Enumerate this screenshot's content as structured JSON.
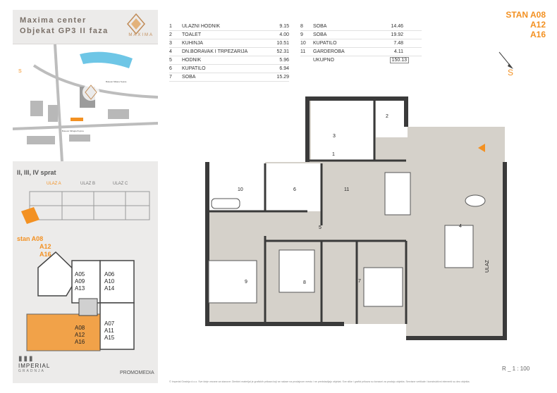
{
  "header": {
    "title_line1": "Maxima center",
    "title_line2": "Objekat GP3 II faza",
    "brand": "MAXIMA"
  },
  "map": {
    "compass_label": "S",
    "street1": "Bulevar Mihajla Pupina",
    "street2": "Bulevar Milana Tepica"
  },
  "floor": {
    "title": "II, III, IV sprat",
    "entrance_a": "ULAZ  A",
    "entrance_b": "ULAZ  B",
    "entrance_c": "ULAZ  C"
  },
  "stan_left": {
    "line1": "stan A08",
    "line2": "A12",
    "line3": "A16"
  },
  "units": [
    {
      "l1": "A05",
      "l2": "A09",
      "l3": "A13"
    },
    {
      "l1": "A06",
      "l2": "A10",
      "l3": "A14"
    },
    {
      "l1": "A08",
      "l2": "A12",
      "l3": "A16"
    },
    {
      "l1": "A07",
      "l2": "A11",
      "l3": "A15"
    }
  ],
  "footer": {
    "brand": "IMPERIAL",
    "brand_sub": "GRADNJA",
    "promo": "PROMOMEDIA"
  },
  "rooms_left": [
    {
      "num": "1",
      "name": "ULAZNI HODNIK",
      "area": "9.15"
    },
    {
      "num": "2",
      "name": "TOALET",
      "area": "4.00"
    },
    {
      "num": "3",
      "name": "KUHINJA",
      "area": "10.51"
    },
    {
      "num": "4",
      "name": "DN.BORAVAK I TRPEZARIJA",
      "area": "52.31"
    },
    {
      "num": "5",
      "name": "HODNIK",
      "area": "5.96"
    },
    {
      "num": "6",
      "name": "KUPATILO",
      "area": "6.94"
    },
    {
      "num": "7",
      "name": "SOBA",
      "area": "15.29"
    }
  ],
  "rooms_right": [
    {
      "num": "8",
      "name": "SOBA",
      "area": "14.46"
    },
    {
      "num": "9",
      "name": "SOBA",
      "area": "19.92"
    },
    {
      "num": "10",
      "name": "KUPATILO",
      "area": "7.48"
    },
    {
      "num": "11",
      "name": "GARDEROBA",
      "area": "4.11"
    }
  ],
  "total": {
    "label": "UKUPNO",
    "area": "150.13"
  },
  "stan": {
    "line1": "STAN  A08",
    "line2": "A12",
    "line3": "A16"
  },
  "compass": {
    "label": "S"
  },
  "plan": {
    "entrance": "ULAZ"
  },
  "scale": "R _ 1 : 100",
  "copyright": "© Imperial Gradnja d.o.o. Sve ideje vezane za stanove: Direktni materijal je grafickih prikaza koji se nalaze na prodajnom mestu i ne predstavljaju objekat. Sve slike i grafici prikaza su konacni za prodaju objekta. Servisne vertikale i konstruktivni elementi su deo objekta.",
  "colors": {
    "accent": "#f39122",
    "wall": "#3a3a3a",
    "panel": "#ecebea"
  }
}
